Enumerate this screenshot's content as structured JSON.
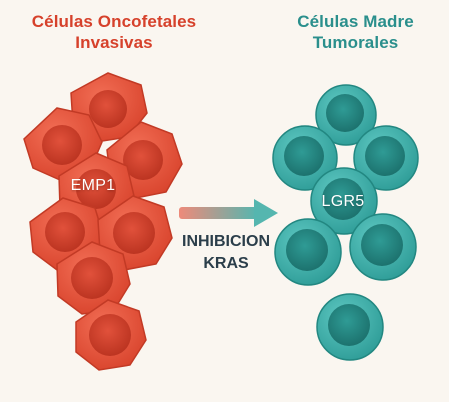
{
  "left_group": {
    "title_line1": "Células Oncofetales",
    "title_line2": "Invasivas",
    "marker": "EMP1",
    "color": "#d6412b"
  },
  "right_group": {
    "title_line1": "Células Madre",
    "title_line2": "Tumorales",
    "marker": "LGR5",
    "color": "#2a8f8c"
  },
  "transition": {
    "line1": "INHIBICION",
    "line2": "KRAS"
  }
}
